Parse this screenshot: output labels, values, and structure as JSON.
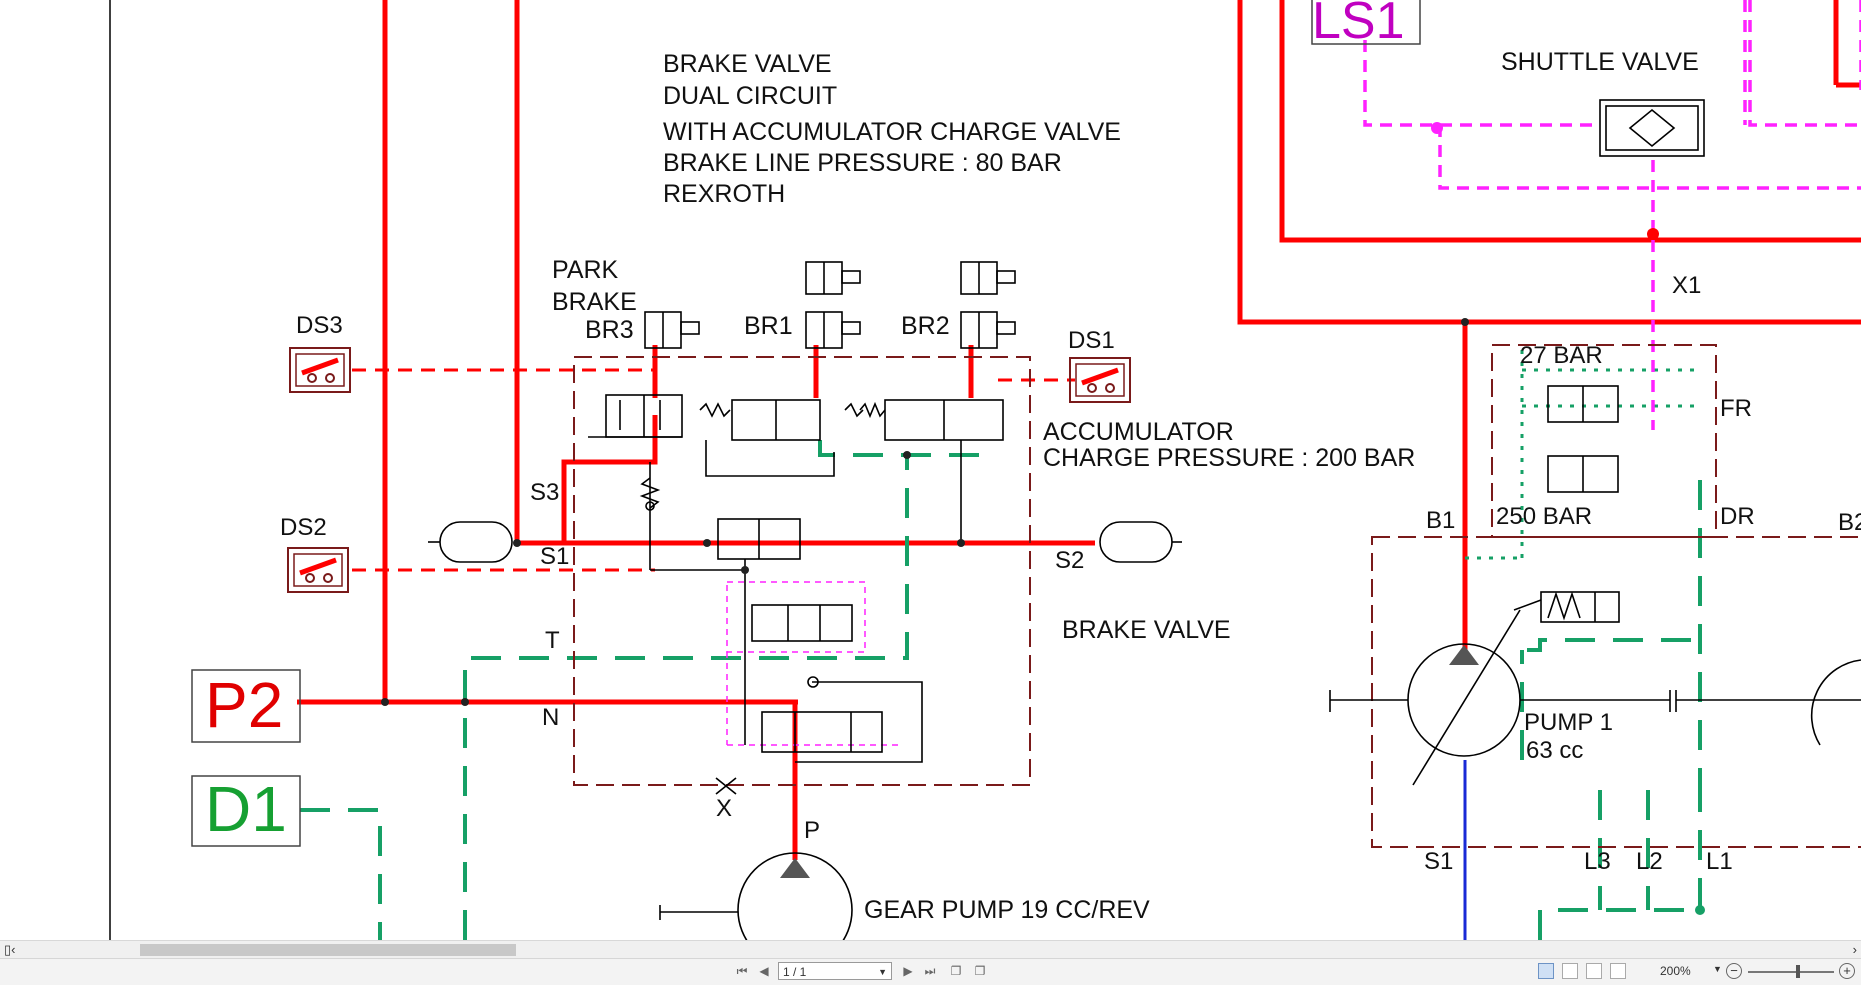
{
  "diagram": {
    "title_lines": [
      "BRAKE VALVE",
      "DUAL CIRCUIT",
      "WITH ACCUMULATOR CHARGE VALVE",
      "BRAKE LINE PRESSURE : 80 BAR",
      "REXROTH"
    ],
    "shuttle_valve": "SHUTTLE VALVE",
    "ls1": "LS1",
    "x1": "X1",
    "park_brake": [
      "PARK",
      "BRAKE"
    ],
    "br3": "BR3",
    "br1": "BR1",
    "br2": "BR2",
    "ds3": "DS3",
    "ds1": "DS1",
    "ds2": "DS2",
    "accumulator_charge": [
      "ACCUMULATOR",
      "CHARGE PRESSURE : 200 BAR"
    ],
    "s3": "S3",
    "s1": "S1",
    "s2": "S2",
    "t": "T",
    "n": "N",
    "x": "X",
    "p": "P",
    "brake_valve": "BRAKE VALVE",
    "p2": "P2",
    "d1": "D1",
    "gear_pump": "GEAR PUMP 19 CC/REV",
    "bar27": "27 BAR",
    "fr": "FR",
    "b1": "B1",
    "bar250": "250 BAR",
    "dr": "DR",
    "b2": "B2",
    "pump1": [
      "PUMP 1",
      "63 cc"
    ],
    "s1_bottom": "S1",
    "l3": "L3",
    "l2": "L2",
    "l1": "L1",
    "colors": {
      "pressure": "#ff0000",
      "drain": "#16a066",
      "pilot": "#ff22ff",
      "housing": "#7a1a1a",
      "suction": "#1a2ad6"
    }
  },
  "toolbar": {
    "page": "1 / 1",
    "zoom": "200%"
  }
}
